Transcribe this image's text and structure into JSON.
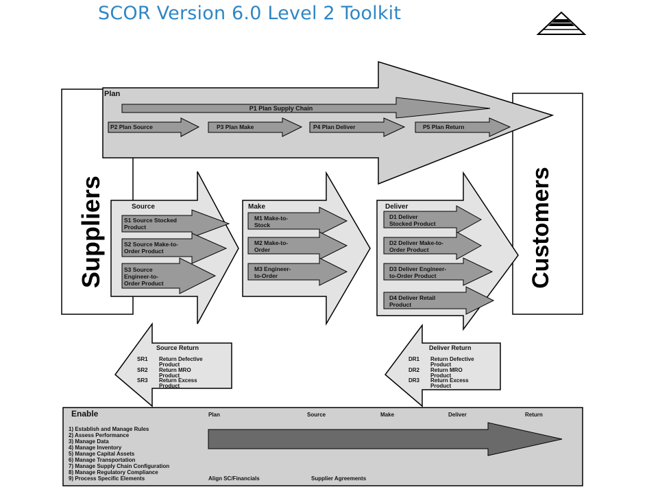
{
  "title": "SCOR Version 6.0 Level 2 Toolkit",
  "suppliers": "Suppliers",
  "customers": "Customers",
  "plan": {
    "label": "Plan",
    "main": "P1 Plan Supply Chain",
    "items": [
      "P2 Plan Source",
      "P3 Plan Make",
      "P4 Plan Deliver",
      "P5 Plan Return"
    ]
  },
  "source": {
    "label": "Source",
    "items": [
      [
        "S1 Source Stocked",
        "Product"
      ],
      [
        "S2 Source Make-to-",
        "Order Product"
      ],
      [
        "S3 Source",
        "Engineer-to-",
        "Order Product"
      ]
    ]
  },
  "make": {
    "label": "Make",
    "items": [
      [
        "M1 Make-to-",
        "Stock"
      ],
      [
        "M2 Make-to-",
        "Order"
      ],
      [
        "M3 Engineer-",
        "to-Order"
      ]
    ]
  },
  "deliver": {
    "label": "Deliver",
    "items": [
      [
        "D1 Deliver",
        "Stocked Product"
      ],
      [
        "D2 Deliver Make-to-",
        "Order Product"
      ],
      [
        "D3 Deliver Engineer-",
        "to-Order Product"
      ],
      [
        "D4 Deliver Retail",
        "Product"
      ]
    ]
  },
  "source_return": {
    "label": "Source Return",
    "items": [
      {
        "code": "SR1",
        "lines": [
          "Return Defective",
          "Product"
        ]
      },
      {
        "code": "SR2",
        "lines": [
          "Return MRO",
          "Product"
        ]
      },
      {
        "code": "SR3",
        "lines": [
          "Return Excess",
          "Product"
        ]
      }
    ]
  },
  "deliver_return": {
    "label": "Deliver Return",
    "items": [
      {
        "code": "DR1",
        "lines": [
          "Return Defective",
          "Product"
        ]
      },
      {
        "code": "DR2",
        "lines": [
          "Return MRO",
          "Product"
        ]
      },
      {
        "code": "DR3",
        "lines": [
          "Return Excess",
          "Product"
        ]
      }
    ]
  },
  "enable": {
    "label": "Enable",
    "columns": [
      "Plan",
      "Source",
      "Make",
      "Deliver",
      "Return"
    ],
    "items": [
      "1) Establish and Manage Rules",
      "2) Assess Performance",
      "3) Manage Data",
      "4) Manage Inventory",
      "5) Manage Capital Assets",
      "6) Manage Transportation",
      "7) Manage Supply Chain Configuration",
      "8) Manage Regulatory Compliance",
      "9) Process Specific Elements"
    ],
    "align": "Align SC/Financials",
    "agreements": "Supplier Agreements"
  },
  "logo_icon": "pyramid-icon"
}
